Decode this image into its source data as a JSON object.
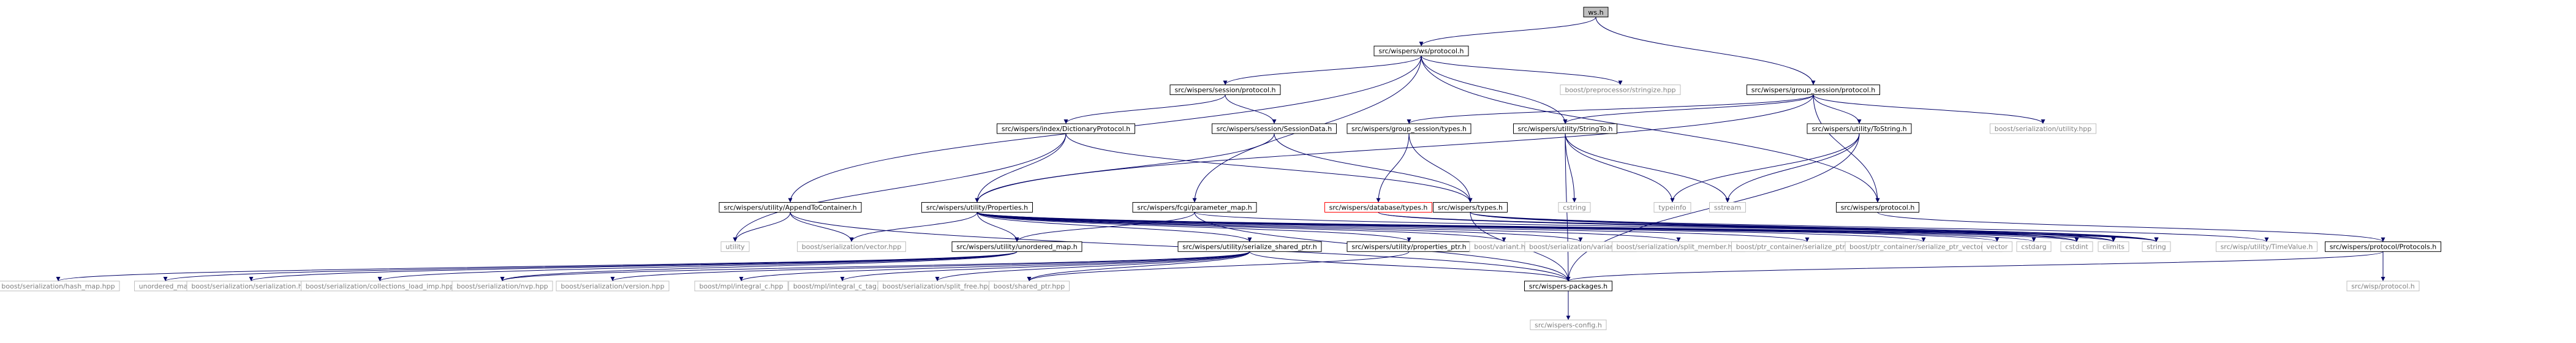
{
  "colors": {
    "edge": "#000066",
    "root_fill": "#bfbfbf",
    "root_stroke": "#000000",
    "file_stroke": "#000000",
    "file_text": "#000000",
    "system_stroke": "#bfbfbf",
    "system_text": "#808080",
    "missing_stroke": "#ff0000",
    "missing_text": "#000000"
  },
  "nodes": [
    {
      "id": "n0",
      "label": "ws.h",
      "kind": "root"
    },
    {
      "id": "n1",
      "label": "src/wispers/ws/protocol.h",
      "kind": "file"
    },
    {
      "id": "n2",
      "label": "src/wispers/group_session/protocol.h",
      "kind": "file"
    },
    {
      "id": "n3",
      "label": "boost/preprocessor/stringize.hpp",
      "kind": "system"
    },
    {
      "id": "n4",
      "label": "src/wispers/session/protocol.h",
      "kind": "file"
    },
    {
      "id": "n5",
      "label": "boost/serialization/utility.hpp",
      "kind": "system"
    },
    {
      "id": "n6",
      "label": "src/wispers/index/DictionaryProtocol.h",
      "kind": "file"
    },
    {
      "id": "n7",
      "label": "src/wispers/session/SessionData.h",
      "kind": "file"
    },
    {
      "id": "n8",
      "label": "src/wispers/utility/StringTo.h",
      "kind": "file"
    },
    {
      "id": "n9",
      "label": "src/wispers/group_session/types.h",
      "kind": "file"
    },
    {
      "id": "n10",
      "label": "src/wispers/utility/ToString.h",
      "kind": "file"
    },
    {
      "id": "n11",
      "label": "src/wispers/utility/AppendToContainer.h",
      "kind": "file"
    },
    {
      "id": "n12",
      "label": "src/wispers/utility/Properties.h",
      "kind": "file"
    },
    {
      "id": "n13",
      "label": "src/wispers/fcgi/parameter_map.h",
      "kind": "file"
    },
    {
      "id": "n14",
      "label": "src/wispers/database/types.h",
      "kind": "missing"
    },
    {
      "id": "n15",
      "label": "src/wispers/types.h",
      "kind": "file"
    },
    {
      "id": "n16",
      "label": "cstring",
      "kind": "system"
    },
    {
      "id": "n17",
      "label": "typeinfo",
      "kind": "system"
    },
    {
      "id": "n18",
      "label": "sstream",
      "kind": "system"
    },
    {
      "id": "n19",
      "label": "src/wispers/protocol.h",
      "kind": "file"
    },
    {
      "id": "n20",
      "label": "utility",
      "kind": "system"
    },
    {
      "id": "n21",
      "label": "boost/serialization/vector.hpp",
      "kind": "system"
    },
    {
      "id": "n22",
      "label": "src/wispers/utility/unordered_map.h",
      "kind": "file"
    },
    {
      "id": "n23",
      "label": "src/wispers/utility/serialize_shared_ptr.h",
      "kind": "file"
    },
    {
      "id": "n24",
      "label": "src/wispers/utility/properties_ptr.h",
      "kind": "file"
    },
    {
      "id": "n25",
      "label": "boost/variant.hpp",
      "kind": "system"
    },
    {
      "id": "n26",
      "label": "boost/serialization/variant.hpp",
      "kind": "system"
    },
    {
      "id": "n27",
      "label": "boost/serialization/split_member.hpp",
      "kind": "system"
    },
    {
      "id": "n28",
      "label": "boost/ptr_container/serialize_ptr_map.hpp",
      "kind": "system"
    },
    {
      "id": "n29",
      "label": "boost/ptr_container/serialize_ptr_vector.hpp",
      "kind": "system"
    },
    {
      "id": "n30",
      "label": "vector",
      "kind": "system"
    },
    {
      "id": "n31",
      "label": "cstdarg",
      "kind": "system"
    },
    {
      "id": "n32",
      "label": "cstdint",
      "kind": "system"
    },
    {
      "id": "n33",
      "label": "climits",
      "kind": "system"
    },
    {
      "id": "n34",
      "label": "string",
      "kind": "system"
    },
    {
      "id": "n35",
      "label": "src/wisp/utility/TimeValue.h",
      "kind": "system"
    },
    {
      "id": "n36",
      "label": "src/wispers/protocol/Protocols.h",
      "kind": "file"
    },
    {
      "id": "n37",
      "label": "boost/serialization/hash_map.hpp",
      "kind": "system"
    },
    {
      "id": "n38",
      "label": "unordered_map",
      "kind": "system"
    },
    {
      "id": "n39",
      "label": "boost/serialization/serialization.hpp",
      "kind": "system"
    },
    {
      "id": "n40",
      "label": "boost/serialization/collections_load_imp.hpp",
      "kind": "system"
    },
    {
      "id": "n41",
      "label": "boost/serialization/nvp.hpp",
      "kind": "system"
    },
    {
      "id": "n42",
      "label": "boost/serialization/version.hpp",
      "kind": "system"
    },
    {
      "id": "n43",
      "label": "boost/mpl/integral_c.hpp",
      "kind": "system"
    },
    {
      "id": "n44",
      "label": "boost/mpl/integral_c_tag.hpp",
      "kind": "system"
    },
    {
      "id": "n45",
      "label": "boost/serialization/split_free.hpp",
      "kind": "system"
    },
    {
      "id": "n46",
      "label": "boost/shared_ptr.hpp",
      "kind": "system"
    },
    {
      "id": "n47",
      "label": "src/wispers-packages.h",
      "kind": "file"
    },
    {
      "id": "n48",
      "label": "src/wisp/protocol.h",
      "kind": "system"
    },
    {
      "id": "n49",
      "label": "src/wispers-config.h",
      "kind": "system"
    }
  ],
  "edges": [
    [
      "n0",
      "n1"
    ],
    [
      "n0",
      "n2"
    ],
    [
      "n1",
      "n3"
    ],
    [
      "n1",
      "n4"
    ],
    [
      "n1",
      "n11"
    ],
    [
      "n1",
      "n13"
    ],
    [
      "n1",
      "n8"
    ],
    [
      "n1",
      "n19"
    ],
    [
      "n2",
      "n9"
    ],
    [
      "n2",
      "n10"
    ],
    [
      "n2",
      "n19"
    ],
    [
      "n2",
      "n5"
    ],
    [
      "n2",
      "n12"
    ],
    [
      "n2",
      "n8"
    ],
    [
      "n4",
      "n6"
    ],
    [
      "n4",
      "n7"
    ],
    [
      "n6",
      "n15"
    ],
    [
      "n6",
      "n12"
    ],
    [
      "n6",
      "n20"
    ],
    [
      "n7",
      "n12"
    ],
    [
      "n7",
      "n15"
    ],
    [
      "n8",
      "n16"
    ],
    [
      "n8",
      "n17"
    ],
    [
      "n8",
      "n18"
    ],
    [
      "n8",
      "n47"
    ],
    [
      "n9",
      "n14"
    ],
    [
      "n9",
      "n15"
    ],
    [
      "n10",
      "n17"
    ],
    [
      "n10",
      "n18"
    ],
    [
      "n10",
      "n47"
    ],
    [
      "n11",
      "n20"
    ],
    [
      "n11",
      "n21"
    ],
    [
      "n11",
      "n47"
    ],
    [
      "n12",
      "n21"
    ],
    [
      "n12",
      "n22"
    ],
    [
      "n12",
      "n23"
    ],
    [
      "n12",
      "n24"
    ],
    [
      "n12",
      "n25"
    ],
    [
      "n12",
      "n26"
    ],
    [
      "n12",
      "n27"
    ],
    [
      "n12",
      "n28"
    ],
    [
      "n12",
      "n29"
    ],
    [
      "n12",
      "n30"
    ],
    [
      "n12",
      "n31"
    ],
    [
      "n12",
      "n32"
    ],
    [
      "n12",
      "n33"
    ],
    [
      "n12",
      "n34"
    ],
    [
      "n13",
      "n22"
    ],
    [
      "n13",
      "n34"
    ],
    [
      "n13",
      "n47"
    ],
    [
      "n14",
      "n32"
    ],
    [
      "n14",
      "n33"
    ],
    [
      "n14",
      "n34"
    ],
    [
      "n15",
      "n32"
    ],
    [
      "n15",
      "n33"
    ],
    [
      "n15",
      "n34"
    ],
    [
      "n15",
      "n35"
    ],
    [
      "n15",
      "n47"
    ],
    [
      "n19",
      "n36"
    ],
    [
      "n22",
      "n37"
    ],
    [
      "n22",
      "n38"
    ],
    [
      "n22",
      "n39"
    ],
    [
      "n22",
      "n40"
    ],
    [
      "n22",
      "n41"
    ],
    [
      "n23",
      "n41"
    ],
    [
      "n23",
      "n42"
    ],
    [
      "n23",
      "n43"
    ],
    [
      "n23",
      "n44"
    ],
    [
      "n23",
      "n45"
    ],
    [
      "n23",
      "n46"
    ],
    [
      "n23",
      "n47"
    ],
    [
      "n24",
      "n46"
    ],
    [
      "n36",
      "n47"
    ],
    [
      "n36",
      "n48"
    ],
    [
      "n47",
      "n49"
    ]
  ]
}
